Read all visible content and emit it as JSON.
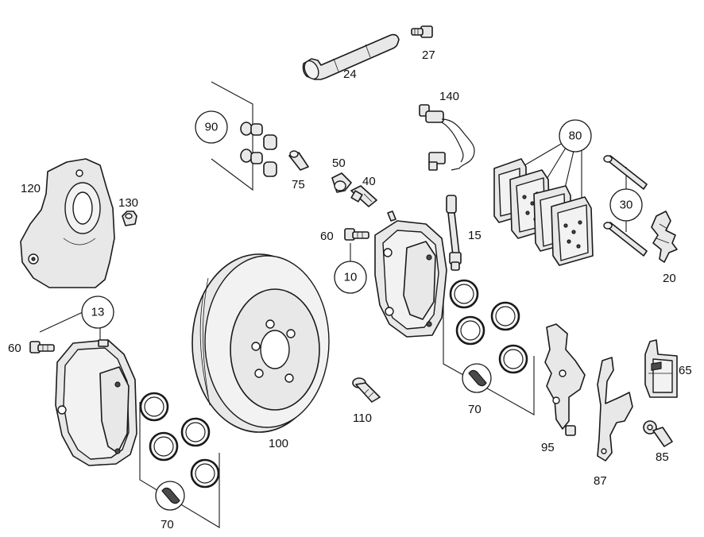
{
  "labels": {
    "p24": "24",
    "p27": "27",
    "p140": "140",
    "p90": "90",
    "p75": "75",
    "p50": "50",
    "p40": "40",
    "p80": "80",
    "p120": "120",
    "p130": "130",
    "p60a": "60",
    "p15": "15",
    "p30": "30",
    "p20": "20",
    "p10": "10",
    "p13": "13",
    "p60b": "60",
    "p100": "100",
    "p110": "110",
    "p70a": "70",
    "p70b": "70",
    "p95": "95",
    "p65": "65",
    "p85": "85",
    "p87": "87"
  },
  "icons": {
    "wrench_symbol": "wrench-icon"
  }
}
